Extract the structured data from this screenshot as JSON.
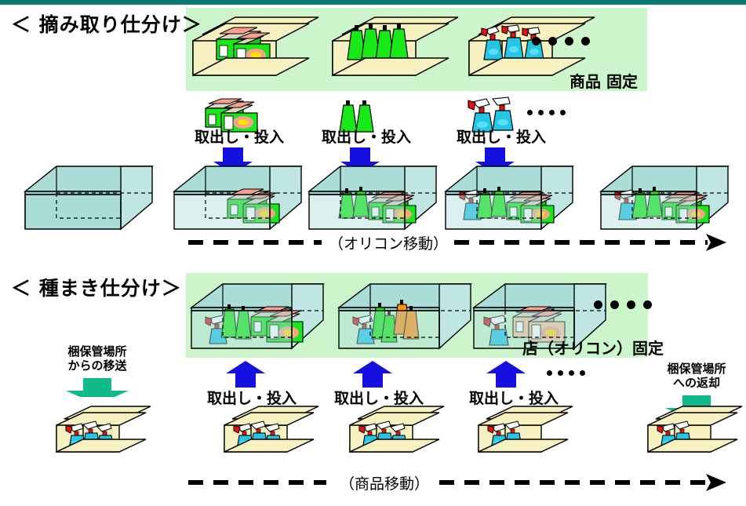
{
  "diagram": {
    "title_picking": "＜ 摘み取り仕分け＞",
    "title_sowing": "＜ 種まき仕分け＞",
    "caption_picking_band": "商品 固定",
    "caption_sowing_band": "店（オリコン）固定",
    "op_label": "取出し・投入",
    "flow_caption_picking": "（オリコン移動）",
    "flow_caption_sowing": "（商品移動）",
    "transfer_in": "梱保管場所\nからの移送",
    "transfer_in_line1": "梱保管場所",
    "transfer_in_line2": "からの移送",
    "transfer_out_line1": "梱保管場所",
    "transfer_out_line2": "への返却",
    "picking": {
      "source_boxes": [
        {
          "id": "carton-detergent",
          "content": "detergent-cartons"
        },
        {
          "id": "carton-green-bottles",
          "content": "green-bottles"
        },
        {
          "id": "carton-spray-bottles",
          "content": "spray-bottles"
        }
      ],
      "op_labels": [
        "取出し・投入",
        "取出し・投入",
        "取出し・投入"
      ],
      "crates": [
        {
          "id": "crate-empty",
          "content": "empty"
        },
        {
          "id": "crate-step1",
          "content": "detergent-cartons"
        },
        {
          "id": "crate-step2",
          "content": "green-bottles+detergent"
        },
        {
          "id": "crate-step3",
          "content": "spray+green+detergent"
        },
        {
          "id": "crate-step4",
          "content": "spray+green+detergent"
        }
      ]
    },
    "sowing": {
      "store_crates": [
        {
          "id": "store-crate-1",
          "content": "spray+green+detergent"
        },
        {
          "id": "store-crate-2",
          "content": "spray+green+orange-bottles"
        },
        {
          "id": "store-crate-3",
          "content": "spray+beige-cartons"
        }
      ],
      "op_labels": [
        "取出し・投入",
        "取出し・投入",
        "取出し・投入"
      ],
      "source_boxes": [
        {
          "id": "sow-carton-0",
          "content": "spray-bottles"
        },
        {
          "id": "sow-carton-1",
          "content": "spray-bottles"
        },
        {
          "id": "sow-carton-2",
          "content": "spray-bottles"
        },
        {
          "id": "sow-carton-3",
          "content": "spray-bottles"
        },
        {
          "id": "sow-carton-4",
          "content": "spray-bottles"
        }
      ]
    },
    "colors": {
      "top_rule": "#0c7a72",
      "band_green": "#cdf5cb",
      "crate_teal": "#aadcd8",
      "carton_cream": "#f7f0c0",
      "arrow_blue": "#1510e0",
      "arrow_green": "#10b98a",
      "product_green": "#18e818",
      "product_cyan": "#22c7e8",
      "product_orange": "#ff9010",
      "product_pink": "#f9a090",
      "product_yellow": "#ffe000"
    }
  }
}
